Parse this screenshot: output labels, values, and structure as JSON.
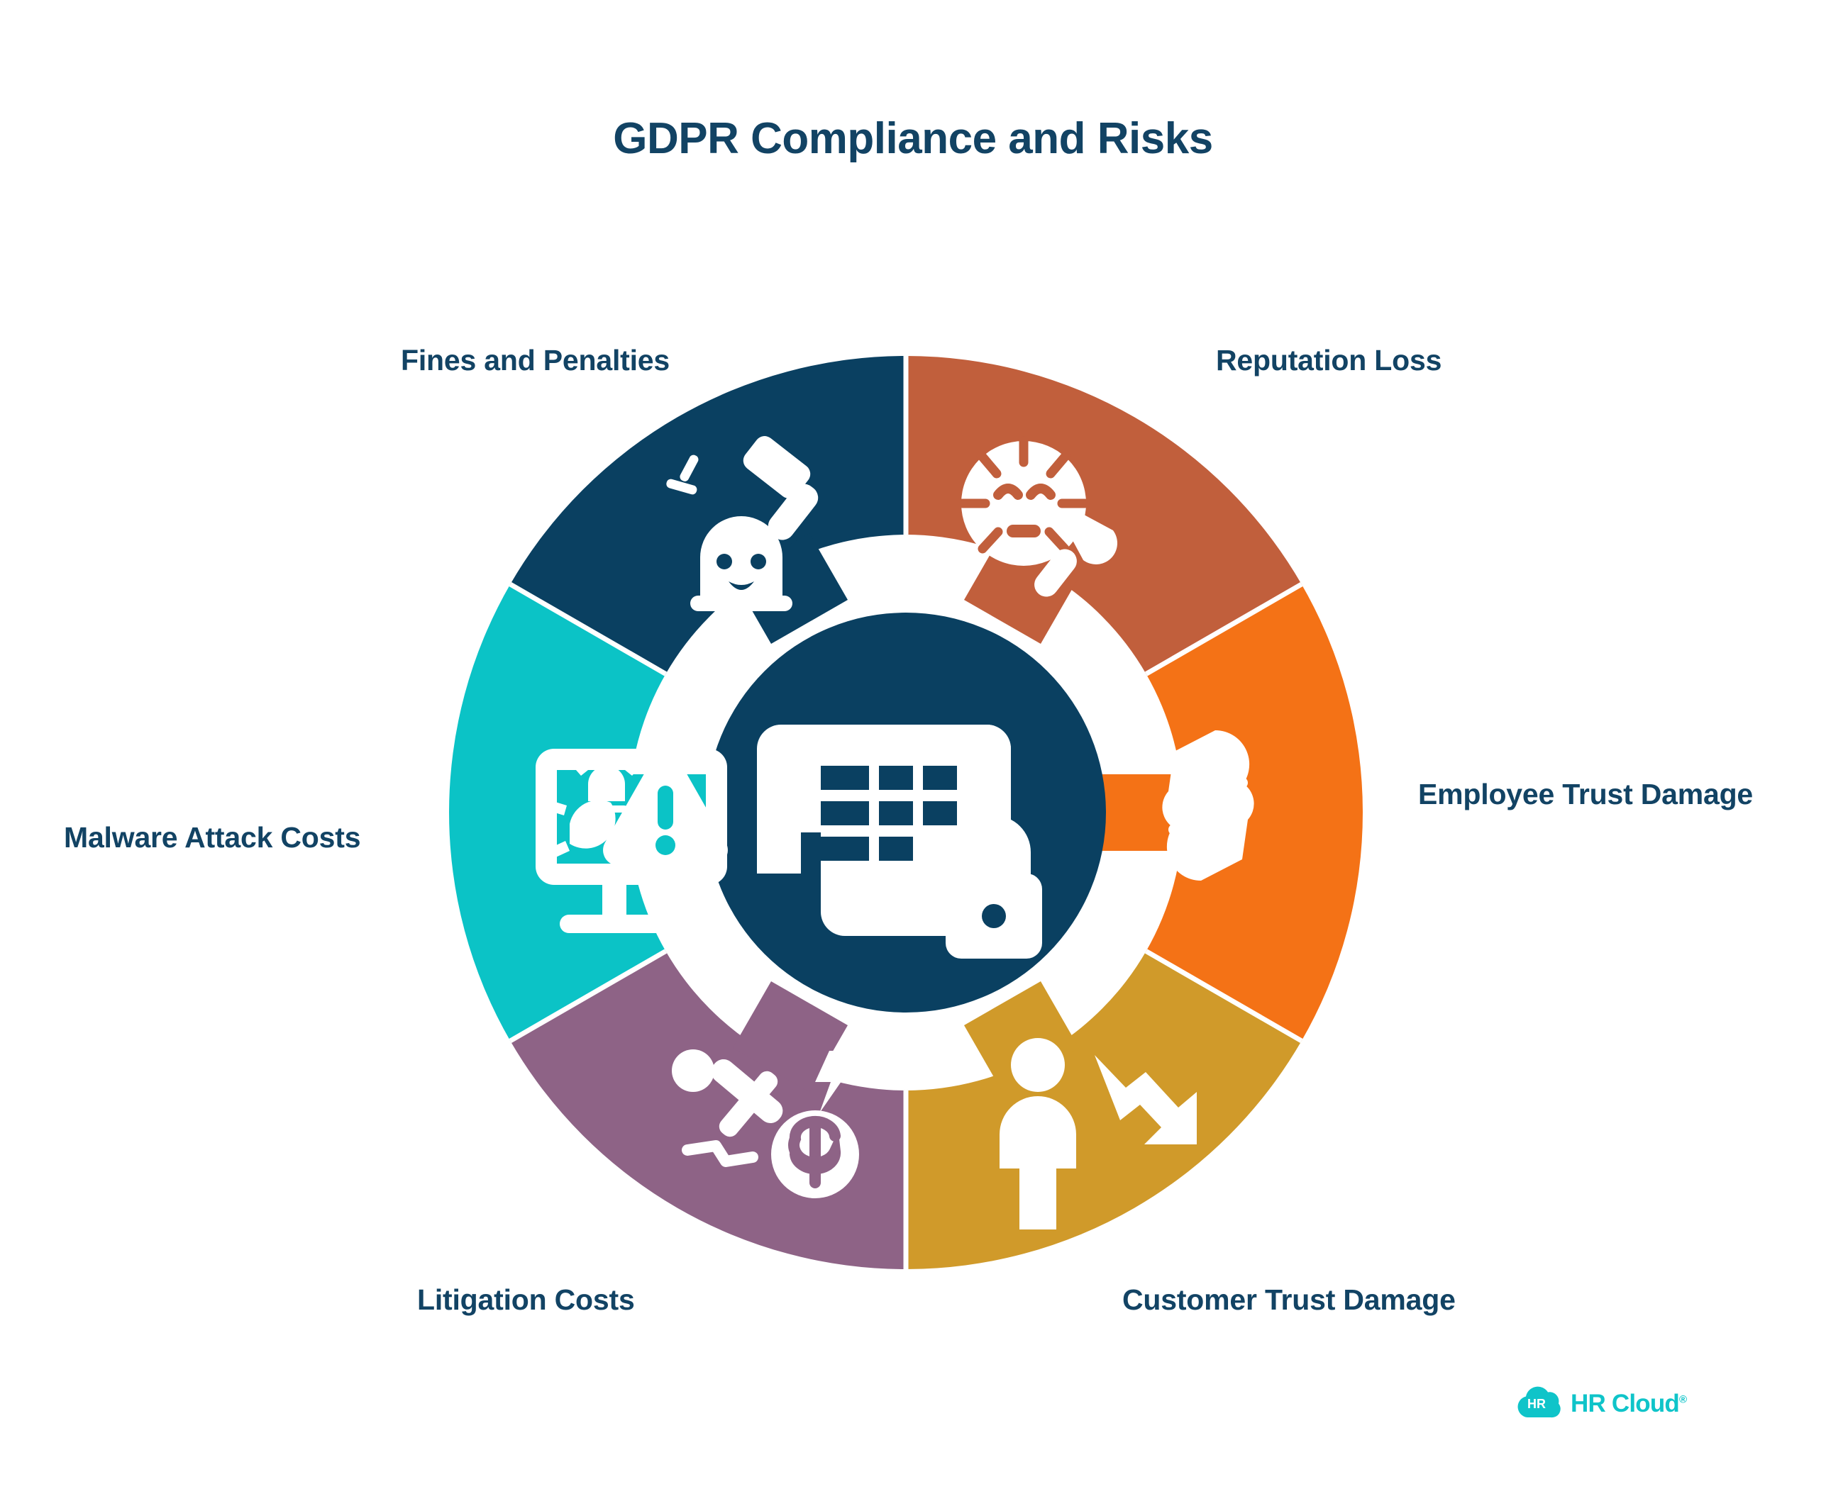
{
  "page": {
    "title": "GDPR Compliance and Risks",
    "background_color": "#FFFFFF",
    "text_color": "#124364"
  },
  "wheel": {
    "center_icon_name": "database-lock-icon",
    "center_color": "#0A4061",
    "segments": [
      {
        "id": "fines-and-penalties",
        "label": "Fines and Penalties",
        "color": "#0A4061",
        "icon": "gavel-piggybank-icon",
        "position": "top-left",
        "start_angle": -90,
        "end_angle": -30
      },
      {
        "id": "reputation-loss",
        "label": "Reputation Loss",
        "color": "#C15F3C",
        "icon": "cracked-face-mask-icon",
        "position": "top-right",
        "start_angle": -90,
        "end_angle": -30
      },
      {
        "id": "employee-trust-damage",
        "label": "Employee Trust Damage",
        "color": "#F47216",
        "icon": "broken-handshake-icon",
        "position": "right",
        "start_angle": -30,
        "end_angle": 30
      },
      {
        "id": "customer-trust-damage",
        "label": "Customer Trust Damage",
        "color": "#D09A2A",
        "icon": "person-declining-arrow-icon",
        "position": "bottom-right",
        "start_angle": 30,
        "end_angle": 90
      },
      {
        "id": "litigation-costs",
        "label": "Litigation Costs",
        "color": "#8E6386",
        "icon": "gavel-dollar-coin-icon",
        "position": "bottom-left",
        "start_angle": 90,
        "end_angle": 150
      },
      {
        "id": "malware-attack-costs",
        "label": "Malware Attack Costs",
        "color": "#0BC3C6",
        "icon": "monitor-bug-warning-icon",
        "position": "left",
        "start_angle": 150,
        "end_angle": 210
      }
    ]
  },
  "logo": {
    "mark_text": "HR",
    "wordmark": "HR Cloud",
    "registered_mark": "®",
    "color": "#0FC4C9"
  }
}
